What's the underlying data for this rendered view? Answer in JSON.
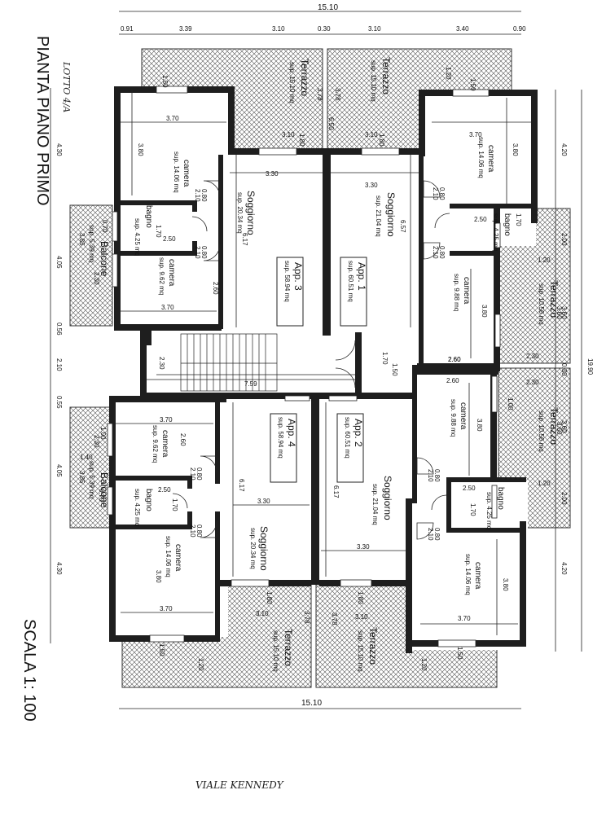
{
  "title": "PIANTA PIANO PRIMO",
  "note_handwritten": "LOTTO 4/A",
  "scale": "SCALA 1: 100",
  "street_handwritten": "VIALE KENNEDY",
  "dimensions": {
    "top_total": "15.10",
    "bottom_total": "15.10",
    "right_total": "19.90",
    "top_segments": [
      "0.91",
      "3.39",
      "3.10",
      "0.30",
      "3.10",
      "3.40",
      "0.90"
    ],
    "left_segments": [
      "4.30",
      "4.05",
      "0.56",
      "2.10",
      "0.55",
      "4.05",
      "4.30"
    ],
    "right_segments": [
      "4.20",
      "2.00",
      "3.60",
      "0.30",
      "3.60",
      "2.00",
      "4.20"
    ],
    "corridor_length": "7.59",
    "stair_width": "2.30"
  },
  "apartments": [
    {
      "name": "App. 1",
      "area": "sup. 60.51 mq"
    },
    {
      "name": "App. 2",
      "area": "sup. 60.51 mq"
    },
    {
      "name": "App. 3",
      "area": "sup. 58.94 mq"
    },
    {
      "name": "App. 4",
      "area": "sup. 58.94 mq"
    }
  ],
  "rooms": [
    {
      "name": "camera",
      "area": "sup. 14.06 mq",
      "w": "3.70",
      "h": "3.80"
    },
    {
      "name": "camera",
      "area": "sup. 14.06 mq",
      "w": "3.70",
      "h": "3.80"
    },
    {
      "name": "camera",
      "area": "sup. 14.06 mq",
      "w": "3.70",
      "h": "3.80"
    },
    {
      "name": "camera",
      "area": "sup. 14.06 mq",
      "w": "3.70",
      "h": "3.80"
    },
    {
      "name": "camera",
      "area": "sup. 9.62 mq",
      "w": "3.70",
      "h": "2.60"
    },
    {
      "name": "camera",
      "area": "sup. 9.62 mq",
      "w": "3.70",
      "h": "2.60"
    },
    {
      "name": "camera",
      "area": "sup. 9.88 mq",
      "w": "2.60",
      "h": "3.80"
    },
    {
      "name": "camera",
      "area": "sup. 9.88 mq",
      "w": "2.60",
      "h": "3.80"
    },
    {
      "name": "bagno",
      "area": "sup. 4.25 mq",
      "w": "2.50",
      "h": "1.70"
    },
    {
      "name": "bagno",
      "area": "sup. 4.25 mq",
      "w": "2.50",
      "h": "1.70"
    },
    {
      "name": "bagno",
      "area": "sup. 4.25 mq",
      "w": "2.50",
      "h": "1.70"
    },
    {
      "name": "bagno",
      "area": "sup. 4.25 mq",
      "w": "2.50",
      "h": "1.70"
    },
    {
      "name": "Soggiorno",
      "area": "sup. 21.04 mq",
      "w": "3.30",
      "h": "6.57"
    },
    {
      "name": "Soggiorno",
      "area": "sup. 21.04 mq",
      "w": "3.30",
      "h": "6.17"
    },
    {
      "name": "Soggiorno",
      "area": "sup. 20.34 mq",
      "w": "3.30",
      "h": "6.17"
    },
    {
      "name": "Soggiorno",
      "area": "sup. 20.34 mq",
      "w": "3.30",
      "h": "6.17"
    }
  ],
  "terraces": [
    {
      "name": "Terrazzo",
      "area": "sup. 15.10 mq",
      "d1": "3.78",
      "d2": "3.10"
    },
    {
      "name": "Terrazzo",
      "area": "sup. 15.10 mq",
      "d1": "3.78",
      "d2": "3.10"
    },
    {
      "name": "Terrazzo",
      "area": "sup. 15.10 mq",
      "d1": "3.78",
      "d2": "3.10"
    },
    {
      "name": "Terrazzo",
      "area": "sup. 15.10 mq",
      "d1": "3.78",
      "d2": "3.10"
    },
    {
      "name": "Terrazzo",
      "area": "sup. 10.56 mq",
      "d1": "3.60",
      "d2": "2.30"
    },
    {
      "name": "Terrazzo",
      "area": "sup. 10.56 mq",
      "d1": "3.60",
      "d2": "2.30"
    }
  ],
  "balconies": [
    {
      "name": "Balcone",
      "area": "sup. 5.39 mq",
      "d": "3.85"
    },
    {
      "name": "Balcone",
      "area": "sup. 5.39 mq",
      "d": "3.85"
    }
  ],
  "misc_labels": {
    "terrace_depth": "1.20",
    "window_small": "0.70",
    "window_mid": "1.00",
    "sill": "2.30",
    "window_top": "1.50",
    "door_w": "0.80",
    "door_h": "2.10",
    "vestibule_w": "1.70",
    "vestibule_h": "1.50",
    "hall_dim": "2.60",
    "terrace_top_dim": "6.50",
    "small_dim": "1.40",
    "window_high": "1.80"
  }
}
